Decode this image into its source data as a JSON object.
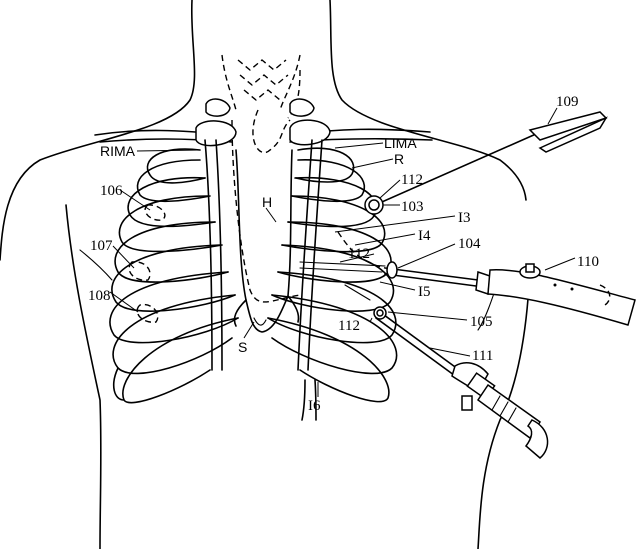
{
  "labels": {
    "rima": "RIMA",
    "lima": "LIMA",
    "r": "R",
    "h": "H",
    "s": "S",
    "ref_106": "106",
    "ref_107": "107",
    "ref_108": "108",
    "ref_109": "109",
    "ref_110": "110",
    "ref_111": "111",
    "ref_112_a": "112",
    "ref_112_b": "112",
    "ref_112_c": "112",
    "ref_103": "103",
    "ref_104": "104",
    "ref_105": "105",
    "i3": "I3",
    "i4": "I4",
    "i5": "I5",
    "i6": "I6"
  }
}
